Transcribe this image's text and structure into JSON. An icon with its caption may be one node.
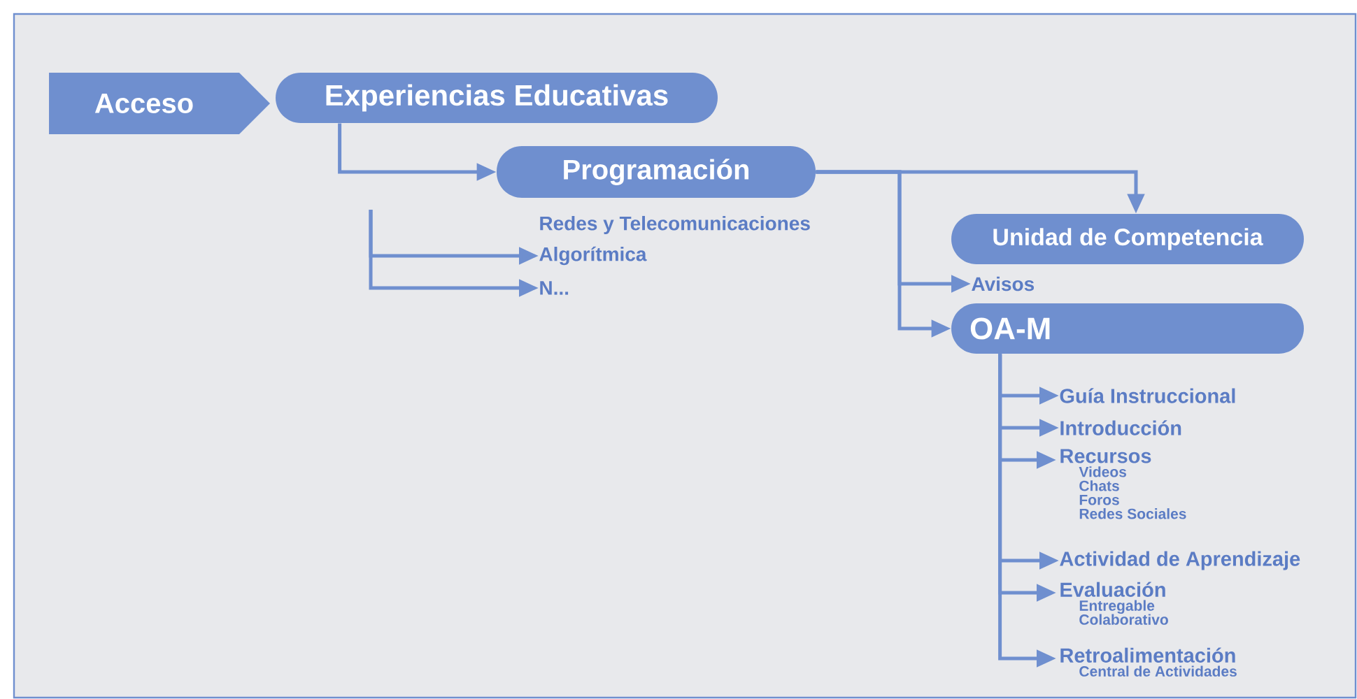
{
  "diagram": {
    "nodes": [
      {
        "text": [
          "Acceso"
        ]
      },
      {
        "text": [
          "Experiencias Educativas"
        ]
      },
      {
        "text": [
          "Programación"
        ]
      },
      {
        "text": [
          "Redes y Telecomunicaciones"
        ]
      },
      {
        "text": [
          "Algorítmica"
        ]
      },
      {
        "text": [
          "N..."
        ]
      },
      {
        "text": [
          "Unidad de Competencia"
        ]
      },
      {
        "text": [
          "Avisos"
        ]
      },
      {
        "text": [
          "OA-M"
        ]
      },
      {
        "text": [
          "Guía Instruccional"
        ]
      },
      {
        "text": [
          "Introducción"
        ]
      },
      {
        "text": [
          "Recursos",
          "Videos",
          "Chats",
          "Foros",
          "Redes Sociales"
        ]
      },
      {
        "text": [
          "Actividad de Aprendizaje"
        ]
      },
      {
        "text": [
          "Evaluación",
          "Entregable",
          "Colaborativo"
        ]
      },
      {
        "text": [
          "Retroalimentación",
          "Central de Actividades"
        ]
      }
    ],
    "edges": [
      {
        "from": 1,
        "to": 2,
        "arrow": "to"
      },
      {
        "from": null,
        "to": 4,
        "arrow": "to"
      },
      {
        "from": null,
        "to": 5,
        "arrow": "to"
      },
      {
        "from": 2,
        "to": 6,
        "arrow": "to"
      },
      {
        "from": 2,
        "to": 7,
        "arrow": "to"
      },
      {
        "from": 2,
        "to": 8,
        "arrow": "to"
      },
      {
        "from": 8,
        "to": 9,
        "arrow": "to"
      },
      {
        "from": 8,
        "to": 10,
        "arrow": "to"
      },
      {
        "from": 8,
        "to": 11,
        "arrow": "to"
      },
      {
        "from": 8,
        "to": 12,
        "arrow": "to"
      },
      {
        "from": 8,
        "to": 13,
        "arrow": "to"
      },
      {
        "from": 8,
        "to": 14,
        "arrow": "to"
      }
    ]
  }
}
